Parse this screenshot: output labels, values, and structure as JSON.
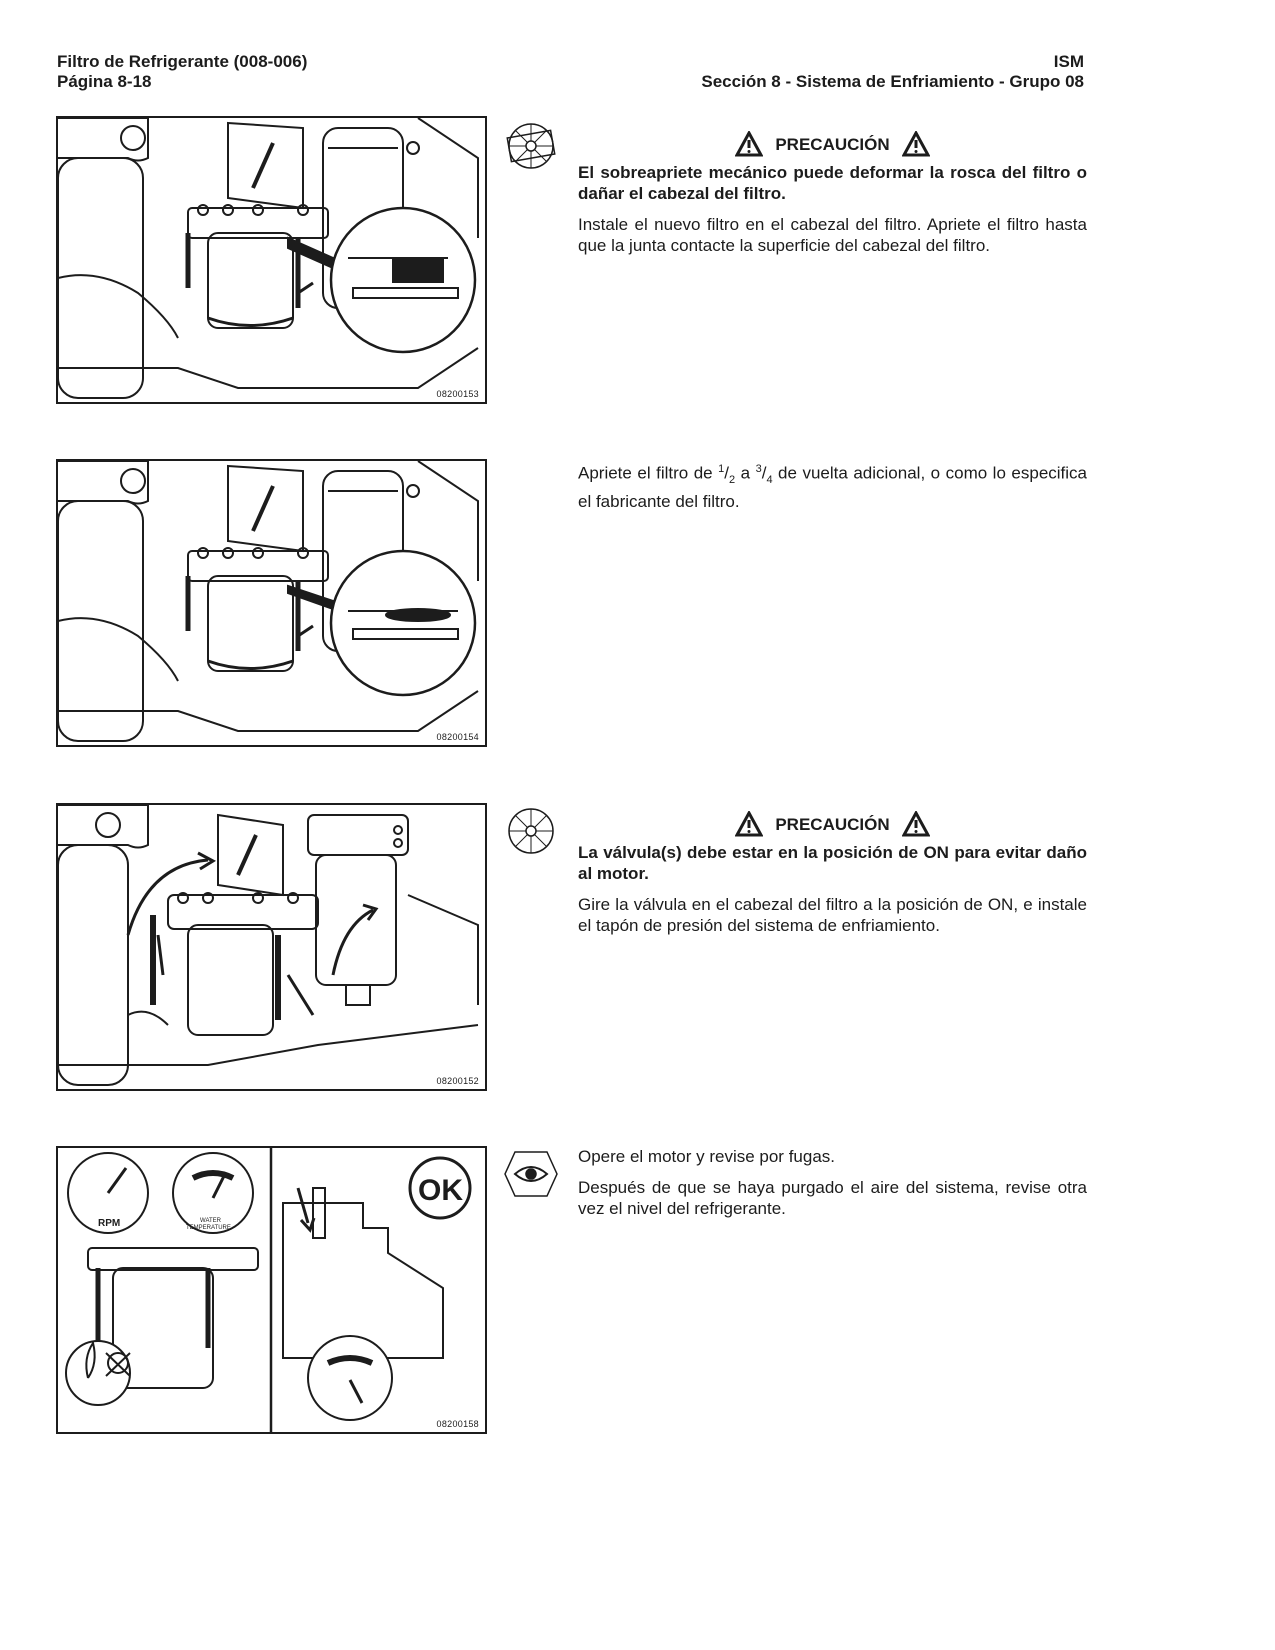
{
  "header": {
    "left_line1": "Filtro de Refrigerante (008-006)",
    "left_line2": "Página 8-18",
    "right_line1": "ISM",
    "right_line2": "Sección 8 - Sistema de Enfriamiento - Grupo 08"
  },
  "steps": [
    {
      "figure_id": "08200153",
      "pictogram": "wrench-tools-icon",
      "caution_label": "PRECAUCIÓN",
      "caution_text": "El sobreapriete mecánico puede deformar la rosca del filtro o dañar el cabezal del filtro.",
      "instruction": "Instale el nuevo filtro en el cabezal del filtro. Apriete el filtro hasta que la junta contacte la superficie del cabezal del filtro."
    },
    {
      "figure_id": "08200154",
      "instruction_part1": "Apriete el filtro de ",
      "frac1_num": "1",
      "frac1_den": "2",
      "instruction_part2": " a ",
      "frac2_num": "3",
      "frac2_den": "4",
      "instruction_part3": " de vuelta adicional, o como lo especifica el fabricante del filtro."
    },
    {
      "figure_id": "08200152",
      "pictogram": "wrench-tools-icon",
      "caution_label": "PRECAUCIÓN",
      "caution_text": "La válvula(s) debe estar en la posición de ON para evitar daño al motor.",
      "instruction": "Gire la válvula en el cabezal del filtro a la posición de ON, e instale el tapón de presión del sistema de enfriamiento."
    },
    {
      "figure_id": "08200158",
      "pictogram": "eye-inspect-icon",
      "instruction1": "Opere el motor y revise por fugas.",
      "instruction2": "Después de que se haya purgado el aire del sistema, revise otra vez el nivel del refrigerante.",
      "gauge_rpm_label": "RPM",
      "gauge_temp_label_1": "WATER",
      "gauge_temp_label_2": "TEMPERATURE",
      "ok_label": "OK"
    }
  ]
}
